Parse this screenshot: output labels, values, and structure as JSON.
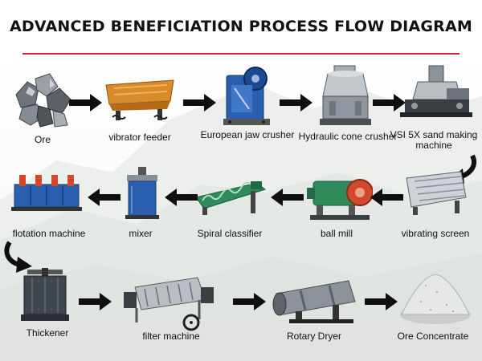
{
  "title": "ADVANCED BENEFICIATION PROCESS FLOW DIAGRAM",
  "colors": {
    "title_rule": "#c7282e",
    "arrow": "#0f0f0f",
    "machine_blue": "#2a5fb0",
    "machine_orange": "#d2691e",
    "machine_green": "#2f8c5a",
    "machine_gray": "#7b8189",
    "background_photo": "#e9ebe8"
  },
  "nodes": [
    {
      "id": "ore",
      "label": "Ore",
      "icon": "ore-rocks-icon"
    },
    {
      "id": "vibrator_feeder",
      "label": "vibrator feeder",
      "icon": "vibrator-feeder-icon"
    },
    {
      "id": "european_jaw_crusher",
      "label": "European jaw crusher",
      "icon": "jaw-crusher-icon"
    },
    {
      "id": "hydraulic_cone_crusher",
      "label": "Hydraulic cone crusher",
      "icon": "cone-crusher-icon"
    },
    {
      "id": "vsi_sand_making",
      "label": "VSI 5X sand making machine",
      "icon": "sand-making-machine-icon"
    },
    {
      "id": "vibrating_screen",
      "label": "vibrating screen",
      "icon": "vibrating-screen-icon"
    },
    {
      "id": "ball_mill",
      "label": "ball mill",
      "icon": "ball-mill-icon"
    },
    {
      "id": "spiral_classifier",
      "label": "Spiral classifier",
      "icon": "spiral-classifier-icon"
    },
    {
      "id": "mixer",
      "label": "mixer",
      "icon": "mixer-tank-icon"
    },
    {
      "id": "flotation_machine",
      "label": "flotation machine",
      "icon": "flotation-machine-icon"
    },
    {
      "id": "thickener",
      "label": "Thickener",
      "icon": "thickener-tank-icon"
    },
    {
      "id": "filter_machine",
      "label": "filter machine",
      "icon": "filter-machine-icon"
    },
    {
      "id": "rotary_dryer",
      "label": "Rotary Dryer",
      "icon": "rotary-dryer-icon"
    },
    {
      "id": "ore_concentrate",
      "label": "Ore Concentrate",
      "icon": "concentrate-powder-icon"
    }
  ],
  "flow": [
    [
      "ore",
      "vibrator_feeder"
    ],
    [
      "vibrator_feeder",
      "european_jaw_crusher"
    ],
    [
      "european_jaw_crusher",
      "hydraulic_cone_crusher"
    ],
    [
      "hydraulic_cone_crusher",
      "vsi_sand_making"
    ],
    [
      "vsi_sand_making",
      "vibrating_screen"
    ],
    [
      "vibrating_screen",
      "ball_mill"
    ],
    [
      "ball_mill",
      "spiral_classifier"
    ],
    [
      "spiral_classifier",
      "mixer"
    ],
    [
      "mixer",
      "flotation_machine"
    ],
    [
      "flotation_machine",
      "thickener"
    ],
    [
      "thickener",
      "filter_machine"
    ],
    [
      "filter_machine",
      "rotary_dryer"
    ],
    [
      "rotary_dryer",
      "ore_concentrate"
    ]
  ]
}
